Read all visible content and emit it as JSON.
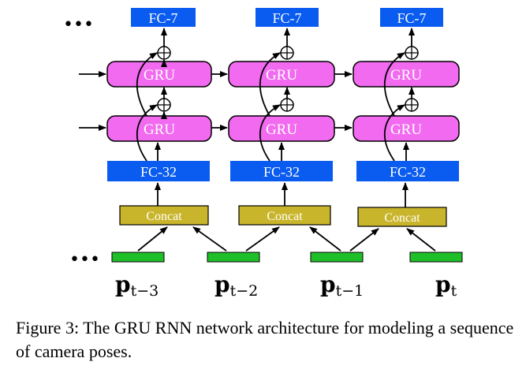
{
  "diagram": {
    "ellipsis": "•••",
    "columns": [
      {
        "fc7": "FC-7",
        "gru_top": "GRU",
        "gru_bottom": "GRU",
        "fc32": "FC-32",
        "concat": "Concat"
      },
      {
        "fc7": "FC-7",
        "gru_top": "GRU",
        "gru_bottom": "GRU",
        "fc32": "FC-32",
        "concat": "Concat"
      },
      {
        "fc7": "FC-7",
        "gru_top": "GRU",
        "gru_bottom": "GRU",
        "fc32": "FC-32",
        "concat": "Concat"
      }
    ],
    "poses": [
      {
        "base": "p",
        "sub": "t−3"
      },
      {
        "base": "p",
        "sub": "t−2"
      },
      {
        "base": "p",
        "sub": "t−1"
      },
      {
        "base": "p",
        "sub": "t"
      }
    ],
    "colors": {
      "fc_box": "#0a5cf0",
      "gru_box": "#f26af0",
      "concat_box": "#c9b52b",
      "pose_bar": "#1fbf2a",
      "arrow": "#000000"
    }
  },
  "caption": "Figure 3: The GRU RNN network architecture for modeling a sequence of camera poses."
}
